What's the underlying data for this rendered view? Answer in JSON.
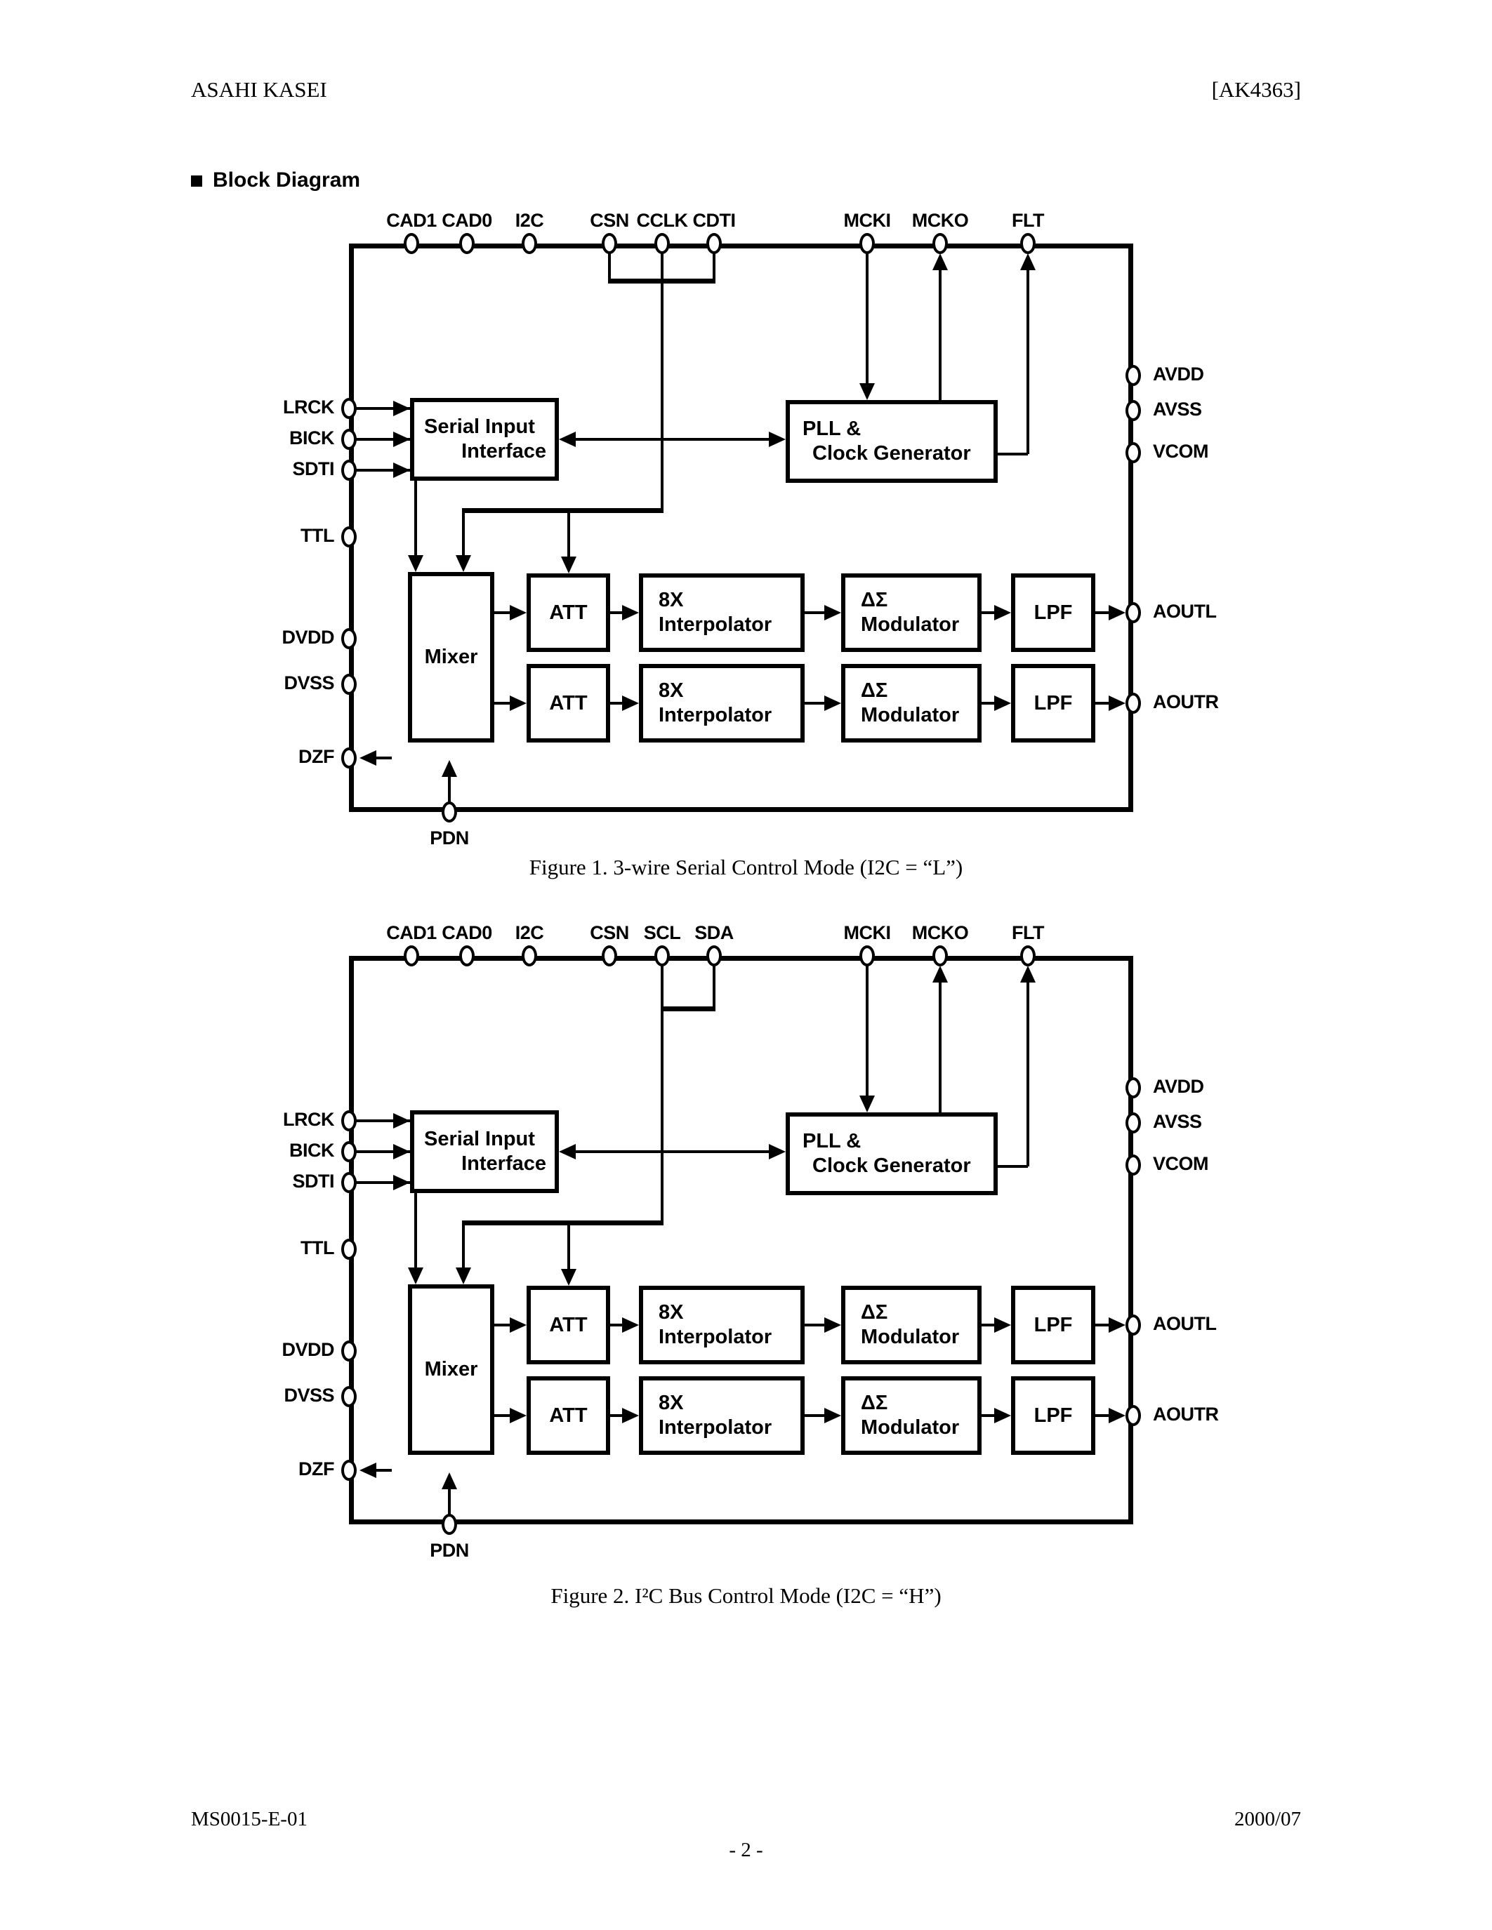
{
  "header": {
    "company": "ASAHI KASEI",
    "part_number": "[AK4363]"
  },
  "section": {
    "title": "Block Diagram"
  },
  "figure1": {
    "top_pins": [
      "CAD1",
      "CAD0",
      "I2C",
      "CSN",
      "CCLK",
      "CDTI",
      "MCKI",
      "MCKO",
      "FLT"
    ],
    "left_pins": [
      "LRCK",
      "BICK",
      "SDTI",
      "TTL",
      "DVDD",
      "DVSS",
      "DZF"
    ],
    "right_pins": [
      "AVDD",
      "AVSS",
      "VCOM",
      "AOUTL",
      "AOUTR"
    ],
    "bottom_pin": "PDN",
    "blocks": {
      "serial_input_interface": {
        "line1": "Serial Input",
        "line2": "Interface"
      },
      "pll_clock_generator": {
        "line1": "PLL &",
        "line2": "Clock Generator"
      },
      "mixer": {
        "label": "Mixer"
      },
      "att_l": {
        "label": "ATT"
      },
      "att_r": {
        "label": "ATT"
      },
      "interpolator_l": {
        "line1": "8X",
        "line2": "Interpolator"
      },
      "interpolator_r": {
        "line1": "8X",
        "line2": "Interpolator"
      },
      "modulator_l": {
        "line1": "ΔΣ",
        "line2": "Modulator"
      },
      "modulator_r": {
        "line1": "ΔΣ",
        "line2": "Modulator"
      },
      "lpf_l": {
        "label": "LPF"
      },
      "lpf_r": {
        "label": "LPF"
      }
    },
    "caption": "Figure 1.  3-wire Serial Control Mode (I2C = “L”)"
  },
  "figure2": {
    "top_pins": [
      "CAD1",
      "CAD0",
      "I2C",
      "CSN",
      "SCL",
      "SDA",
      "MCKI",
      "MCKO",
      "FLT"
    ],
    "left_pins": [
      "LRCK",
      "BICK",
      "SDTI",
      "TTL",
      "DVDD",
      "DVSS",
      "DZF"
    ],
    "right_pins": [
      "AVDD",
      "AVSS",
      "VCOM",
      "AOUTL",
      "AOUTR"
    ],
    "bottom_pin": "PDN",
    "blocks": {
      "serial_input_interface": {
        "line1": "Serial Input",
        "line2": "Interface"
      },
      "pll_clock_generator": {
        "line1": "PLL &",
        "line2": "Clock Generator"
      },
      "mixer": {
        "label": "Mixer"
      },
      "att_l": {
        "label": "ATT"
      },
      "att_r": {
        "label": "ATT"
      },
      "interpolator_l": {
        "line1": "8X",
        "line2": "Interpolator"
      },
      "interpolator_r": {
        "line1": "8X",
        "line2": "Interpolator"
      },
      "modulator_l": {
        "line1": "ΔΣ",
        "line2": "Modulator"
      },
      "modulator_r": {
        "line1": "ΔΣ",
        "line2": "Modulator"
      },
      "lpf_l": {
        "label": "LPF"
      },
      "lpf_r": {
        "label": "LPF"
      }
    },
    "caption": "Figure 2.  I²C Bus Control Mode (I2C = “H”)"
  },
  "footer": {
    "document_id": "MS0015-E-01",
    "date": "2000/07",
    "page_number": "- 2 -"
  },
  "colors": {
    "ink": "#000000",
    "paper": "#ffffff"
  }
}
